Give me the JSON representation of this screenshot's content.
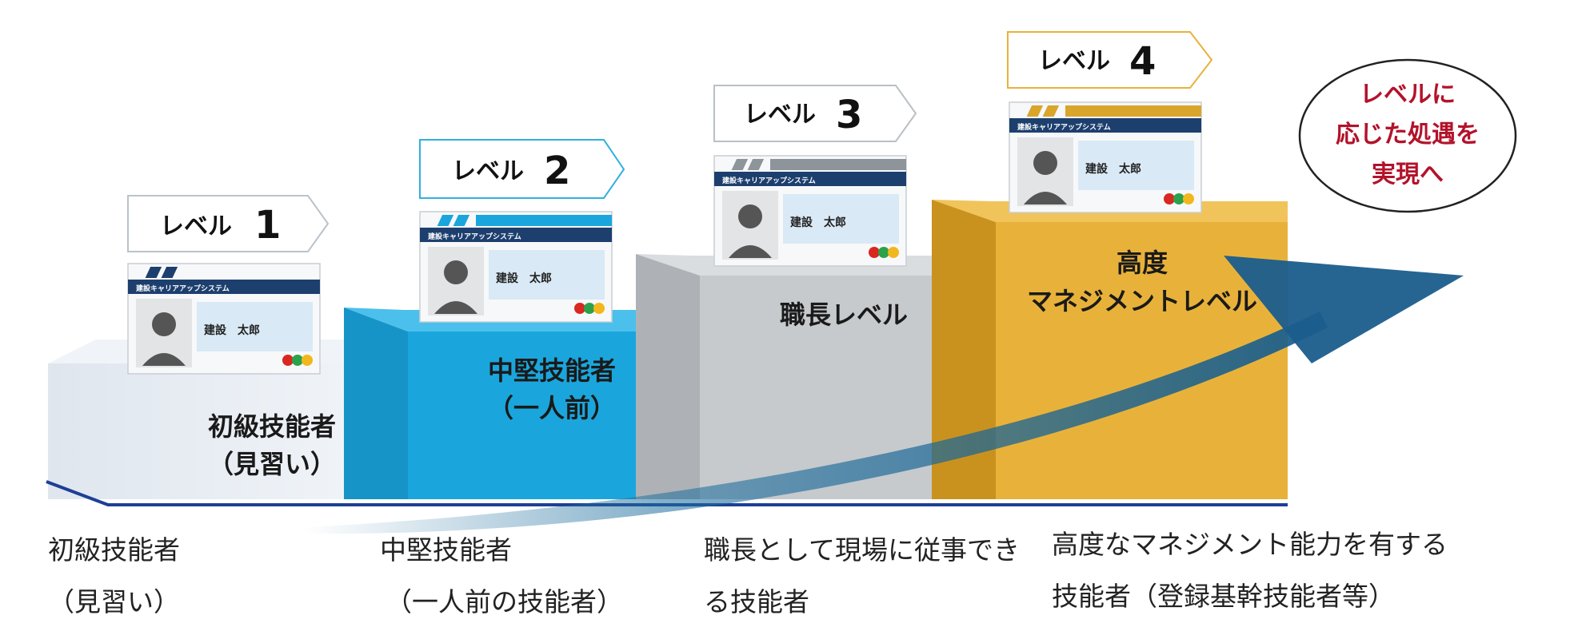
{
  "levels": [
    {
      "label": "レベル",
      "number": "1",
      "title_lines": [
        "初級技能者",
        "（見習い）"
      ],
      "desc_lines": [
        "初級技能者",
        "（見習い）"
      ]
    },
    {
      "label": "レベル",
      "number": "2",
      "title_lines": [
        "中堅技能者",
        "（一人前）"
      ],
      "desc_lines": [
        "中堅技能者",
        "（一人前の技能者）"
      ]
    },
    {
      "label": "レベル",
      "number": "3",
      "title_lines": [
        "職長レベル"
      ],
      "desc_lines": [
        "職長として現場に従事でき",
        "る技能者"
      ]
    },
    {
      "label": "レベル",
      "number": "4",
      "title_lines": [
        "高度",
        "マネジメントレベル"
      ],
      "desc_lines": [
        "高度なマネジメント能力を有する",
        "技能者（登録基幹技能者等）"
      ]
    }
  ],
  "card": {
    "header": "建設キャリアアップシステム",
    "name": "建設　太郎"
  },
  "goal": {
    "lines": [
      "レベルに",
      "応じた処遇を",
      "実現へ"
    ]
  },
  "colors": {
    "level1": "#e9eff6",
    "level2": "#1aa6dc",
    "level3": "#c6cacd",
    "level4": "#e8b23a",
    "arrow": "#1f6f9e",
    "goal_text": "#b3122a"
  }
}
